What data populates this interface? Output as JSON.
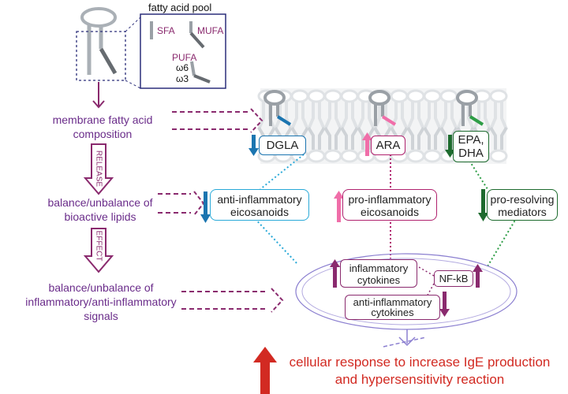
{
  "pool": {
    "title": "fatty acid pool",
    "sfa": "SFA",
    "mufa": "MUFA",
    "pufa": "PUFA",
    "omega6": "ω6",
    "omega3": "ω3"
  },
  "left": {
    "membrane": "membrane fatty acid composition",
    "release": "RELEASE",
    "balance_lipids": "balance/unbalance of bioactive lipids",
    "effect": "EFFECT",
    "balance_signals": "balance/unbalance of inflammatory/anti-inflammatory signals"
  },
  "lipids": {
    "dgla": "DGLA",
    "ara": "ARA",
    "epa_dha": "EPA, DHA"
  },
  "mediators": {
    "anti": "anti-inflammatory eicosanoids",
    "pro": "pro-inflammatory eicosanoids",
    "resolving": "pro-resolving mediators"
  },
  "cell": {
    "inflammatory": "inflammatory cytokines",
    "nfkb": "NF-kB",
    "anti_cytokines": "anti-inflammatory cytokines"
  },
  "outcome": "cellular response to increase IgE production and hypersensitivity reaction",
  "colors": {
    "purple": "#8a2a6e",
    "text_purple": "#6a2c8a",
    "blue": "#1b75b0",
    "cyan": "#29a9d8",
    "pink": "#f06ea9",
    "magenta": "#b0226e",
    "green": "#1d6b2e",
    "green_dot": "#2e9d46",
    "red": "#d22a22",
    "grey": "#9aa0a6"
  }
}
